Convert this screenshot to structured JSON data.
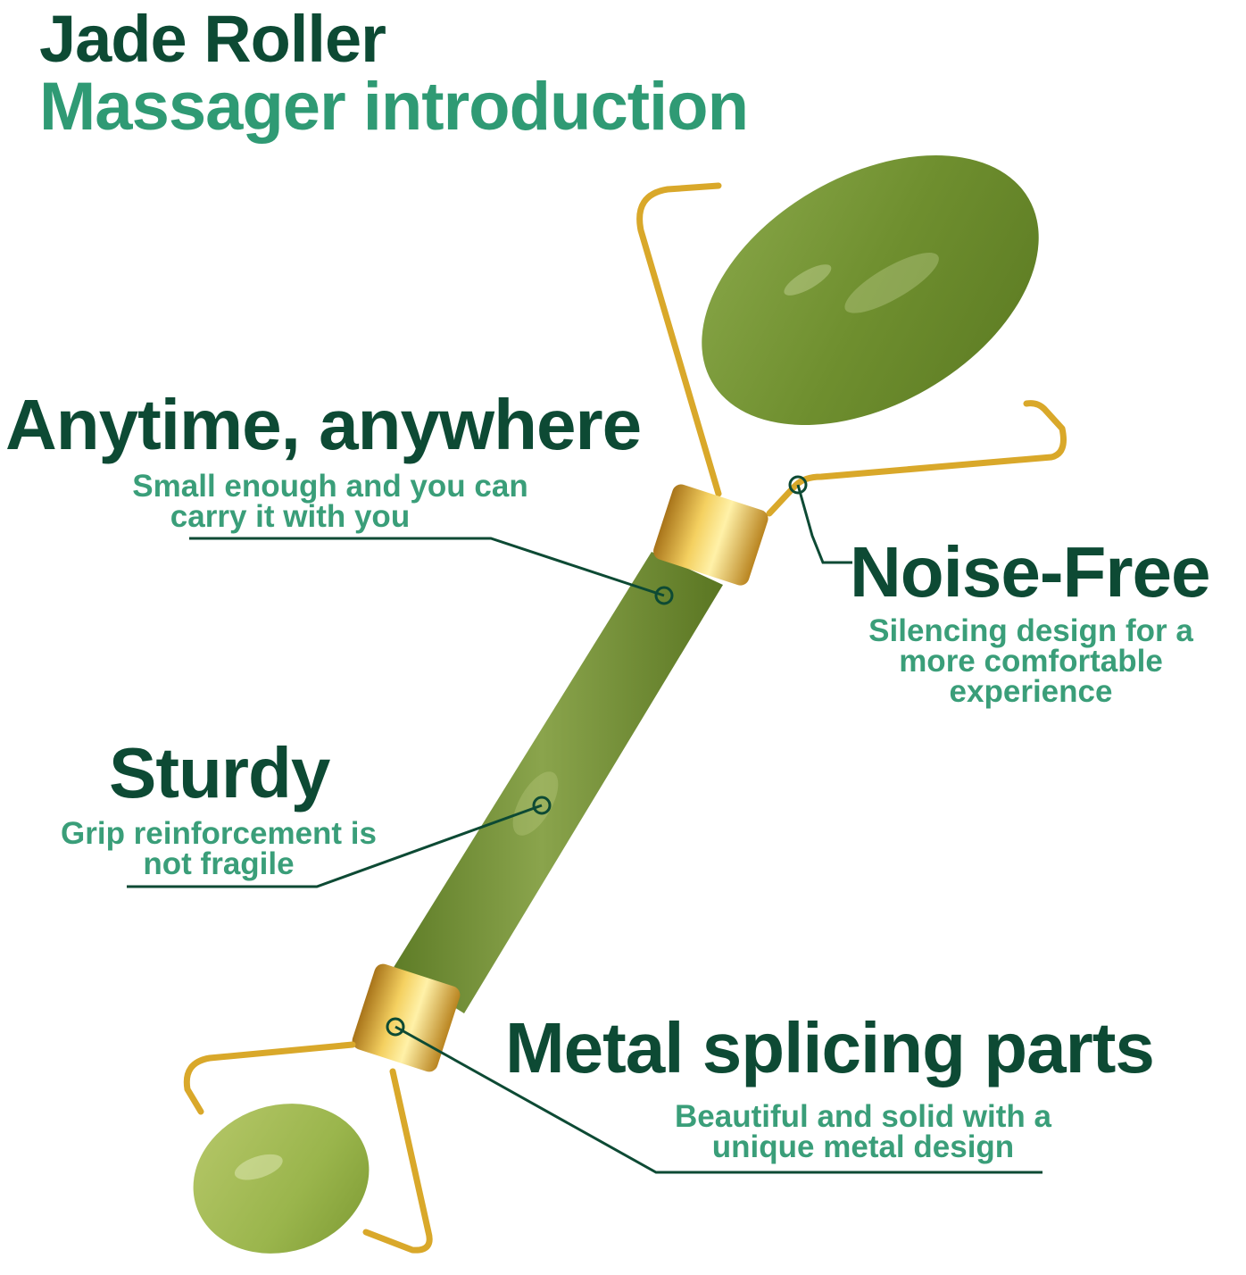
{
  "title": {
    "line1": "Jade Roller",
    "line2": "Massager introduction"
  },
  "features": {
    "anytime": {
      "heading": "Anytime, anywhere",
      "line1": "Small enough and you can",
      "line2": "carry it with you"
    },
    "noise_free": {
      "heading": "Noise-Free",
      "line1": "Silencing design for a",
      "line2": "more comfortable",
      "line3": "experience"
    },
    "sturdy": {
      "heading": "Sturdy",
      "line1": "Grip reinforcement is",
      "line2": "not fragile"
    },
    "metal": {
      "heading": "Metal splicing parts",
      "line1": "Beautiful and solid with a",
      "line2": "unique metal design"
    }
  },
  "colors": {
    "dark_green": "#0d4a34",
    "light_green": "#3a9e79",
    "jade": "#7a9a3c",
    "gold": "#d9a82a"
  }
}
